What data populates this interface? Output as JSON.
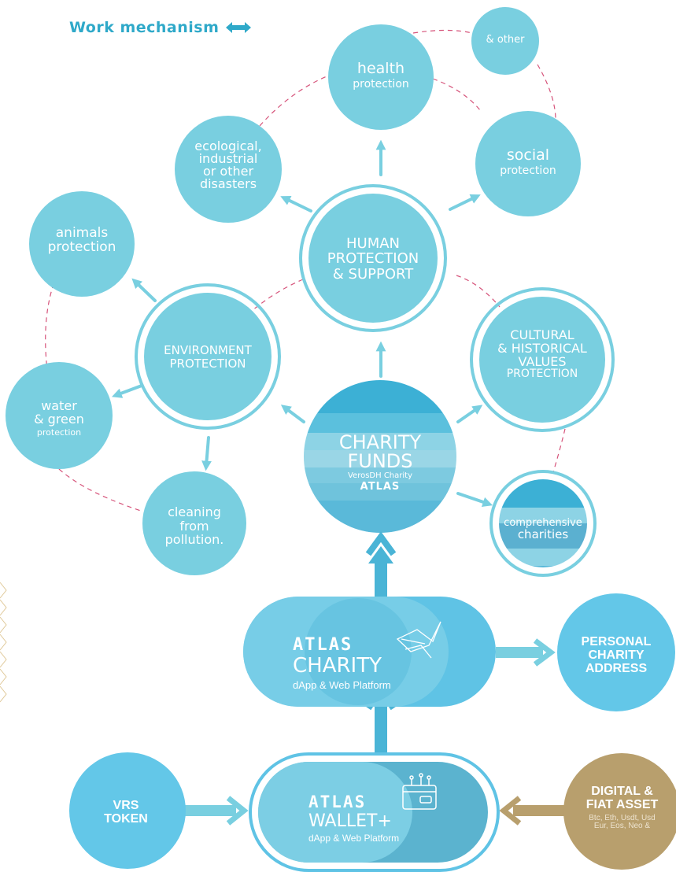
{
  "header": {
    "title": "Work mechanism"
  },
  "nodes": {
    "other": {
      "line1": "& other"
    },
    "health": {
      "line1": "health",
      "line2": "protection"
    },
    "ecological": {
      "line1": "ecological,",
      "line2": "industrial",
      "line3": "or other",
      "line4": "disasters"
    },
    "social": {
      "line1": "social",
      "line2": "protection"
    },
    "human": {
      "line1": "HUMAN",
      "line2": "PROTECTION",
      "line3": "& SUPPORT"
    },
    "animals": {
      "line1": "animals",
      "line2": "protection"
    },
    "environment": {
      "line1": "ENVIRONMENT",
      "line2": "PROTECTION"
    },
    "cultural": {
      "line1": "CULTURAL",
      "line2": "& HISTORICAL",
      "line3": "VALUES",
      "line4": "PROTECTION"
    },
    "water": {
      "line1": "water",
      "line2": "& green",
      "line3": "protection"
    },
    "charity_funds": {
      "line1": "CHARITY",
      "line2": "FUNDS",
      "line3": "VerosDH Charity",
      "line4": "ATLAS"
    },
    "cleaning": {
      "line1": "cleaning",
      "line2": "from",
      "line3": "pollution."
    },
    "comprehensive": {
      "line1": "comprehensive",
      "line2": "charities"
    }
  },
  "platforms": {
    "atlas_charity": {
      "brand": "ATLAS",
      "line2": "CHARITY",
      "sub": "dApp & Web Platform"
    },
    "atlas_wallet": {
      "brand": "ATLAS",
      "line2": "WALLET+",
      "sub": "dApp & Web Platform"
    },
    "personal_address": {
      "line1": "PERSONAL",
      "line2": "CHARITY",
      "line3": "ADDRESS"
    },
    "vrs_token": {
      "line1": "VRS",
      "line2": "TOKEN"
    },
    "digital_asset": {
      "line1": "DIGITAL &",
      "line2": "FIAT ASSET",
      "line3": "Btc, Eth, Usdt, Usd",
      "line4": "Eur, Eos, Neo &"
    }
  },
  "colors": {
    "circle": "#79cfe0",
    "circle_dark": "#3cb0d5",
    "ring": "#79cfe0",
    "dashed": "#d6537a",
    "header": "#2fa9c9",
    "gold": "#b89f6d",
    "arrow": "#79cfe0"
  }
}
